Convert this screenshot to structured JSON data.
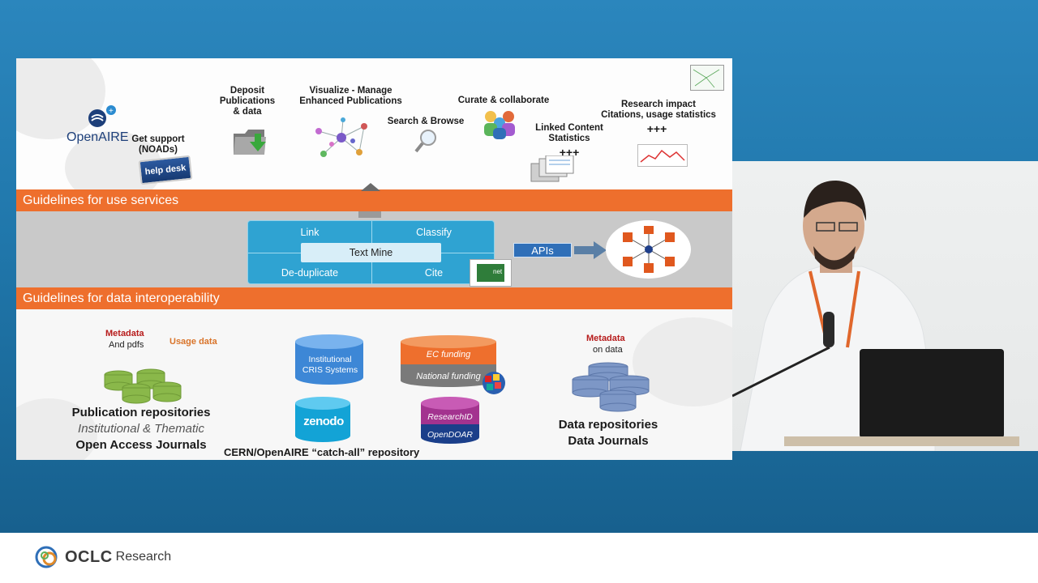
{
  "slide": {
    "logo_text": "OpenAIRE",
    "labels": {
      "get_support": "Get support\n(NOADs)",
      "help_desk": "help desk",
      "deposit": "Deposit\nPublications\n& data",
      "visualize": "Visualize - Manage\nEnhanced Publications",
      "search_browse": "Search & Browse",
      "curate": "Curate & collaborate",
      "linked_content": "Linked Content\nStatistics",
      "linked_plus": "+++",
      "research_impact": "Research impact\nCitations, usage statistics",
      "research_plus": "+++"
    },
    "band_use": "Guidelines for use services",
    "band_data": "Guidelines for data interoperability",
    "services": {
      "link": "Link",
      "classify": "Classify",
      "text_mine": "Text Mine",
      "deduplicate": "De-duplicate",
      "cite": "Cite",
      "dnet": "net"
    },
    "apis": "APIs",
    "bottom": {
      "metadata1": "Metadata",
      "and_pdfs": "And pdfs",
      "usage_data": "Usage data",
      "pub_repos": "Publication repositories",
      "inst_thematic": "Institutional & Thematic",
      "oa_journals": "Open Access Journals",
      "cris": "Institutional\nCRIS Systems",
      "zenodo": "zenodo",
      "catch_all": "CERN/OpenAIRE “catch-all” repository",
      "ec_funding": "EC funding",
      "national_funding": "National funding",
      "researchid": "ResearchID",
      "opendoar": "OpenDOAR",
      "metadata2": "Metadata",
      "on_data": "on data",
      "data_repos": "Data repositories",
      "data_journals": "Data Journals"
    }
  },
  "footer": {
    "brand": "OCLC",
    "sub": "Research"
  }
}
